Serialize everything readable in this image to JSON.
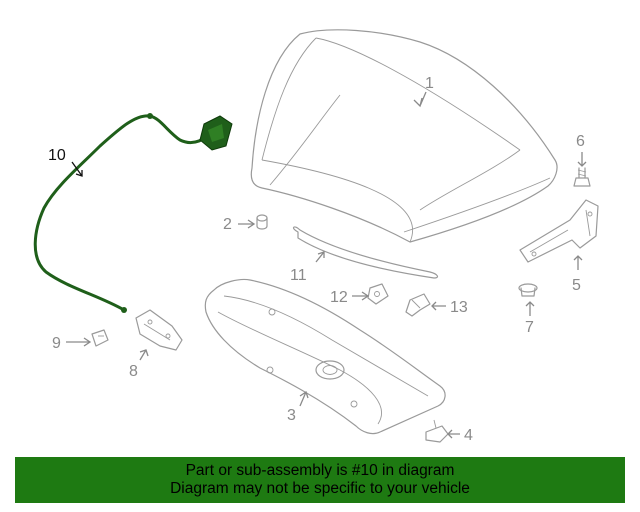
{
  "callouts": {
    "c1": "1",
    "c2": "2",
    "c3": "3",
    "c4": "4",
    "c5": "5",
    "c6": "6",
    "c7": "7",
    "c8": "8",
    "c9": "9",
    "c10": "10",
    "c11": "11",
    "c12": "12",
    "c13": "13"
  },
  "highlight_part": "10",
  "colors": {
    "highlight_cable": "#1f5f1a",
    "banner_bg": "#1e7a12",
    "line": "#9a9a9a"
  },
  "banner": {
    "line1": "Part or sub-assembly is #10 in diagram",
    "line2": "Diagram may not be specific to your vehicle"
  }
}
